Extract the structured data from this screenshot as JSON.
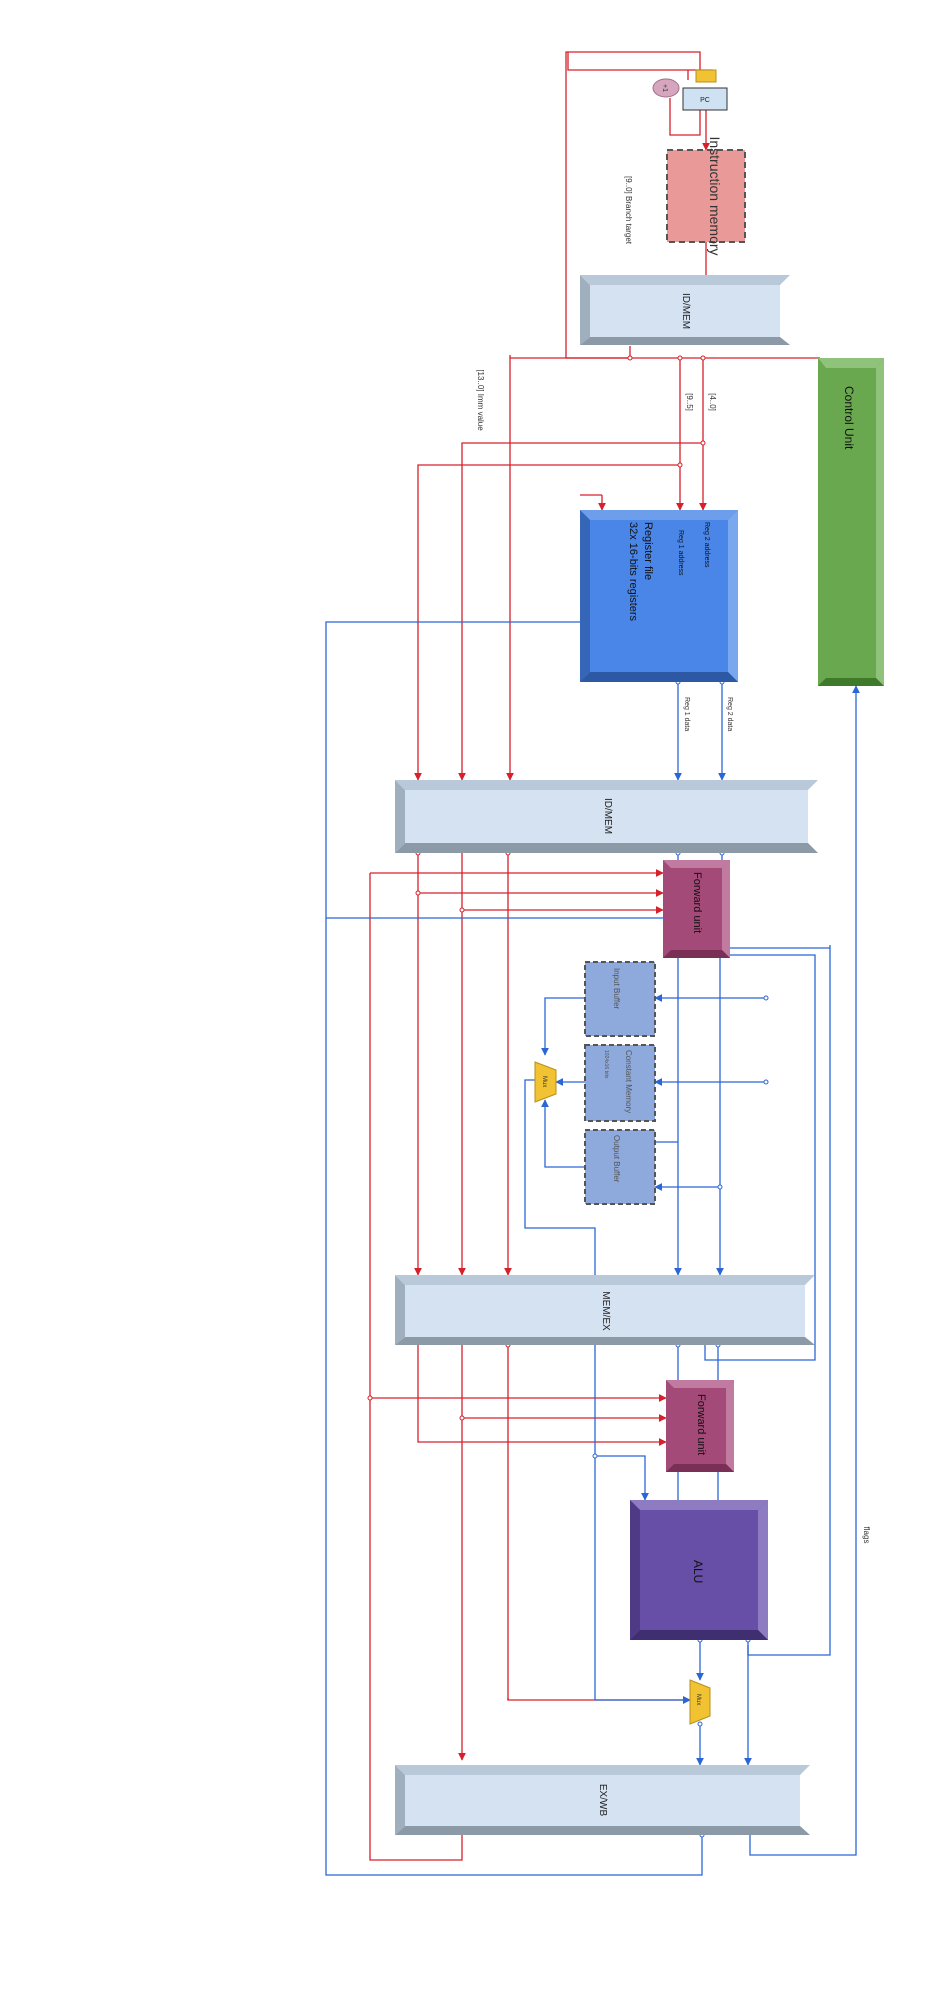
{
  "colors": {
    "control": "#d6202a",
    "data": "#2b66d6",
    "pipeline_face": "#d4e2f2",
    "pipeline_top": "#a8b8c8",
    "pipeline_side": "#8c9aa8",
    "register_file": "#4a86e8",
    "control_unit": "#6aa84f",
    "forward_unit": "#a44a78",
    "alu": "#674ea7",
    "mux": "#f1c232",
    "memory_block": "#8ea9db",
    "instruction_memory": "#ea9999"
  },
  "labels": {
    "pc": "PC",
    "pc_adder": "+1",
    "instruction_memory": "Instruction memory",
    "if_id": "ID/MEM",
    "id_mem": "ID/MEM",
    "mem_ex": "MEM/EX",
    "ex_wb": "EX/WB",
    "control_unit": "Control Unit",
    "register_file_line1": "Register file",
    "register_file_line2": "32x 16-bits registers",
    "reg1_address": "Reg 1 address",
    "reg2_address": "Reg 2 address",
    "reg1_data": "Reg 1 data",
    "reg2_data": "Reg 2 data",
    "forward_unit_1": "Forward unit",
    "forward_unit_2": "Forward unit",
    "alu": "ALU",
    "mux_mem": "Mux",
    "mux_ex": "Mux",
    "input_buffer": "Input Buffer",
    "constant_memory": "Constant Memory",
    "constant_memory_sub": "1024x16 bits",
    "output_buffer": "Output Buffer",
    "branch_target": "[9..0] Branch target",
    "imm_value": "[13..0] Imm value",
    "bits_9_5": "[9..5]",
    "bits_4_0": "[4..0]",
    "flags": "flags"
  }
}
